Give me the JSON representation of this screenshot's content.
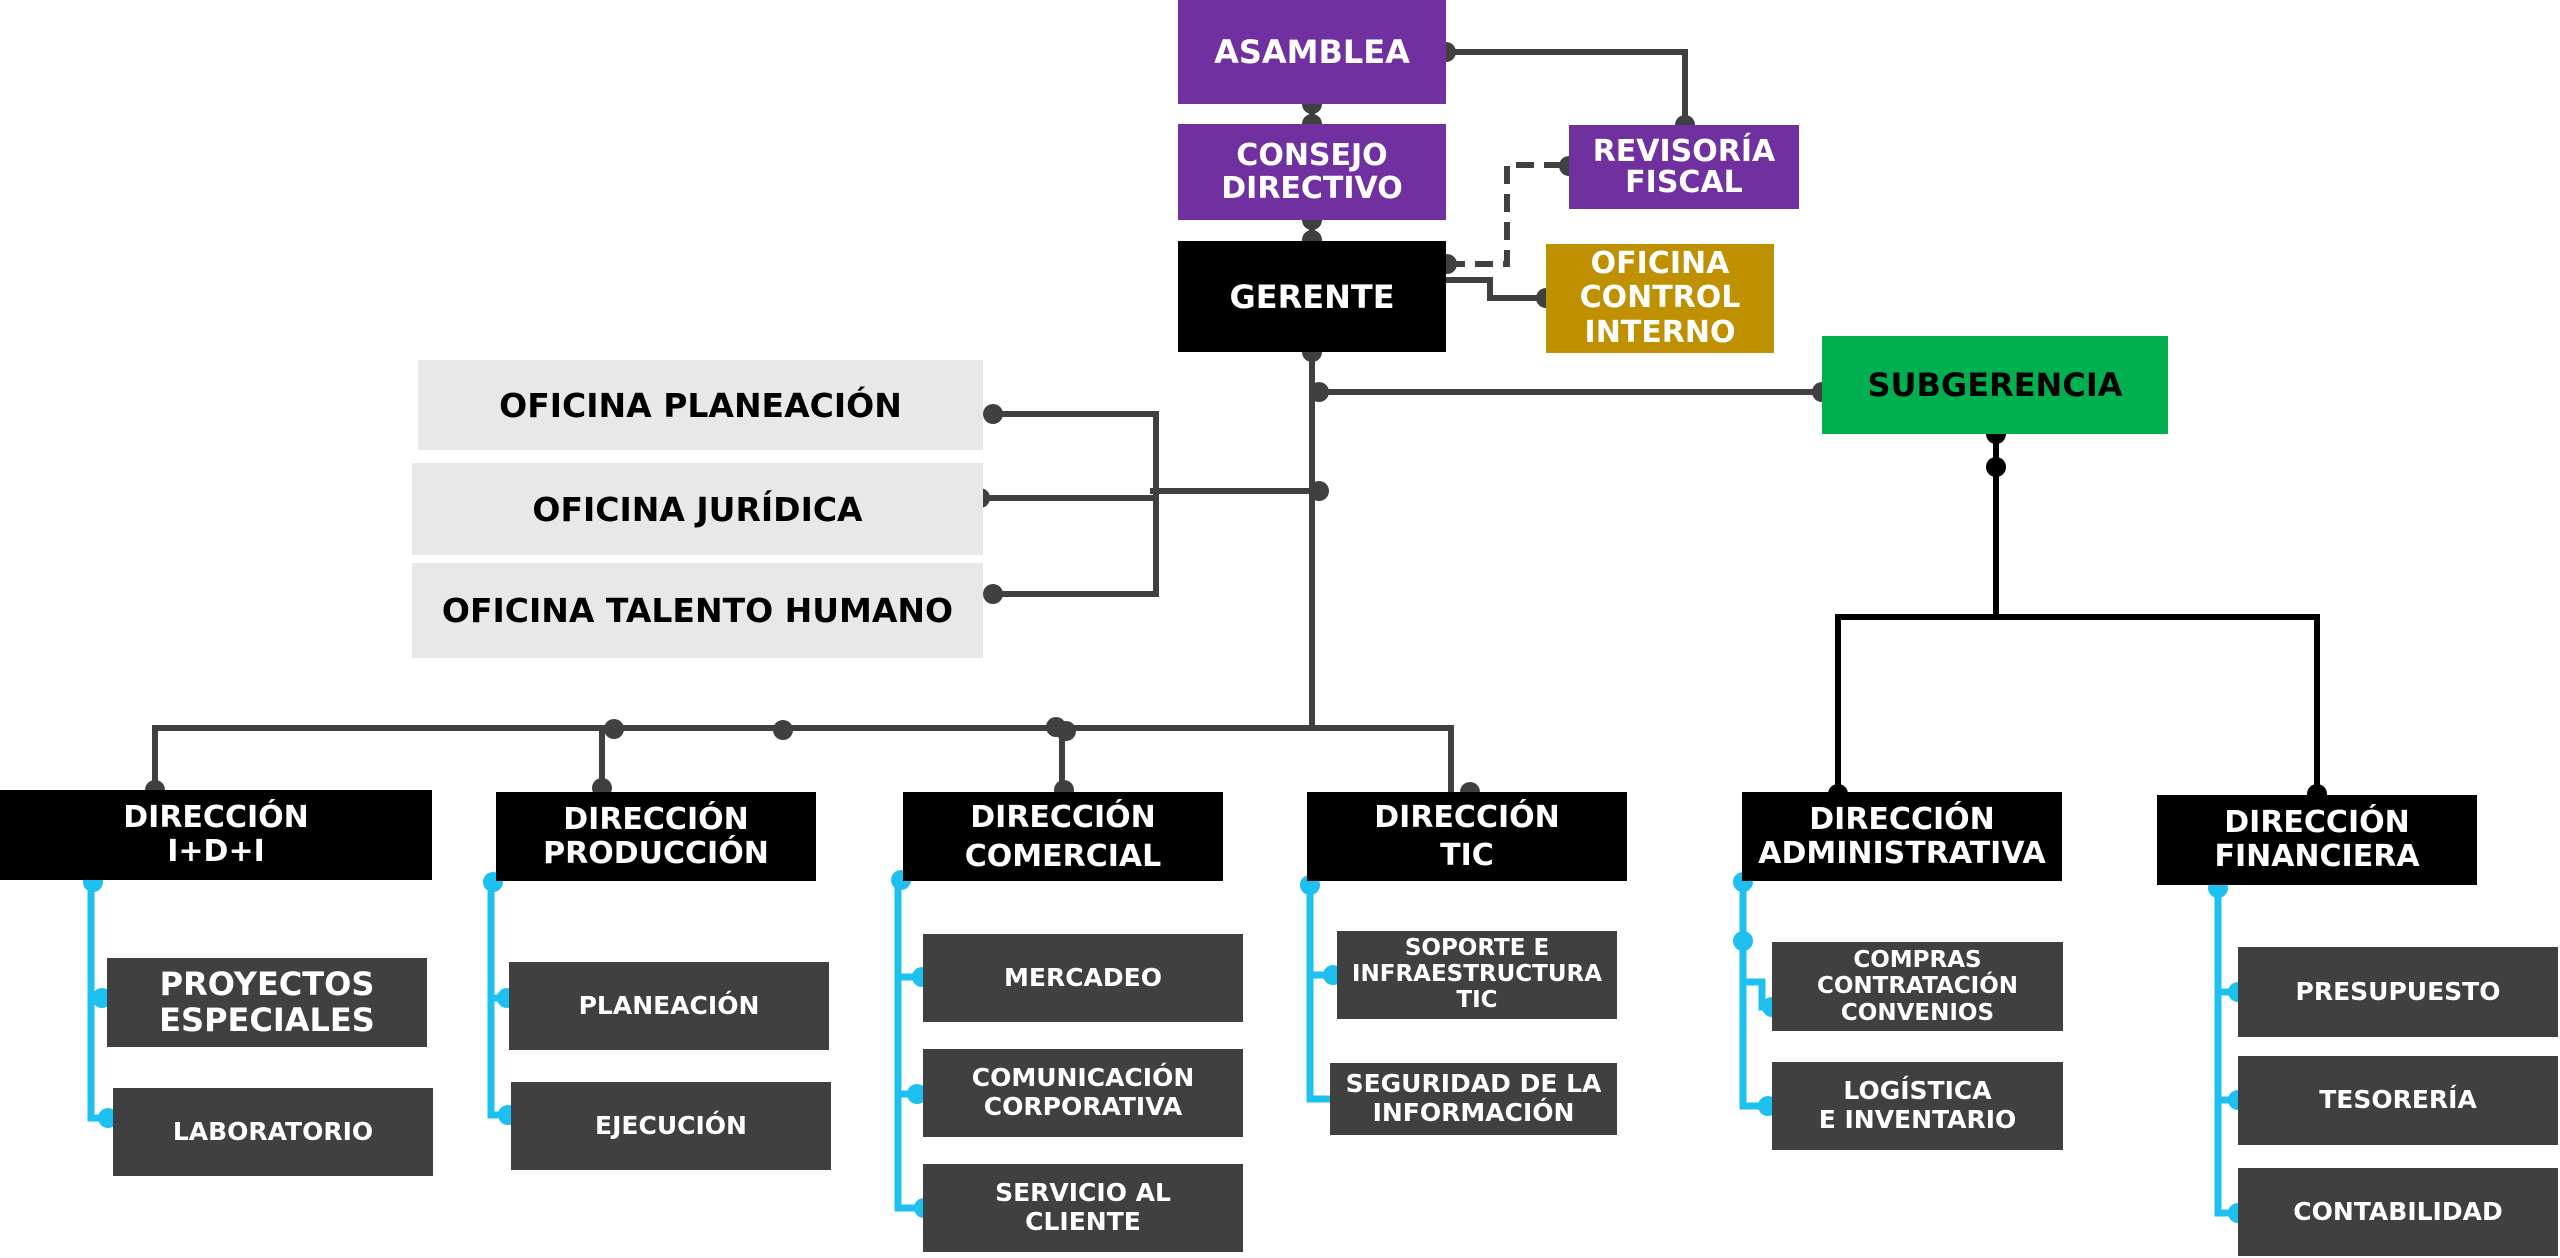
{
  "colors": {
    "purple": "#7030a0",
    "black": "#000000",
    "gold": "#bf9000",
    "green": "#00b050",
    "office_gray": "#e8e8e8",
    "unit_gray": "#404040",
    "connector": "#404040",
    "branch_cyan": "#1ec0f0"
  },
  "top": {
    "asamblea": "ASAMBLEA",
    "consejo": "CONSEJO\nDIRECTIVO",
    "revisoria": "REVISORÍA\nFISCAL",
    "gerente": "GERENTE",
    "control_interno": "OFICINA\nCONTROL\nINTERNO",
    "subgerencia": "SUBGERENCIA"
  },
  "offices": {
    "planeacion": "OFICINA PLANEACIÓN",
    "juridica": "OFICINA JURÍDICA",
    "talento": "OFICINA TALENTO HUMANO"
  },
  "directions": {
    "idi": "DIRECCIÓN\nI+D+I",
    "produccion": "DIRECCIÓN\nPRODUCCIÓN",
    "comercial": "DIRECCIÓN\nCOMERCIAL",
    "tic": "DIRECCIÓN\nTIC",
    "administrativa": "DIRECCIÓN\nADMINISTRATIVA",
    "financiera": "DIRECCIÓN\nFINANCIERA"
  },
  "units": {
    "proyectos": "PROYECTOS\nESPECIALES",
    "laboratorio": "LABORATORIO",
    "planeacion": "PLANEACIÓN",
    "ejecucion": "EJECUCIÓN",
    "mercadeo": "MERCADEO",
    "comunicacion": "COMUNICACIÓN\nCORPORATIVA",
    "servicio": "SERVICIO AL\nCLIENTE",
    "soporte": "SOPORTE E\nINFRAESTRUCTURA\nTIC",
    "seguridad": "SEGURIDAD DE LA\nINFORMACIÓN",
    "compras": "COMPRAS\nCONTRATACIÓN\nCONVENIOS",
    "logistica": "LOGÍSTICA\nE INVENTARIO",
    "presupuesto": "PRESUPUESTO",
    "tesoreria": "TESORERÍA",
    "contabilidad": "CONTABILIDAD"
  }
}
